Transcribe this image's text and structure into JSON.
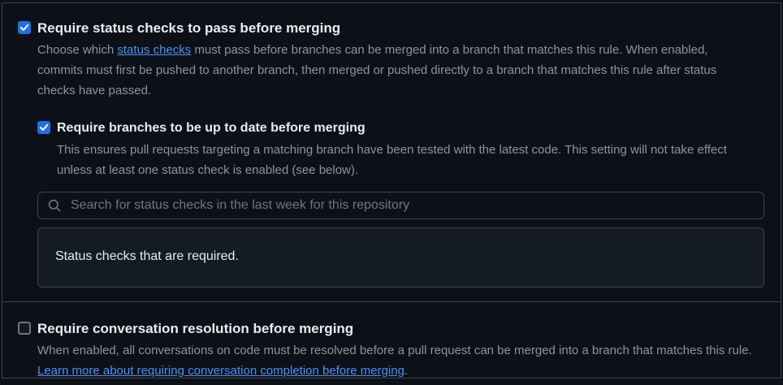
{
  "theme": {
    "background": "#0d1117",
    "panel_border": "#3d444d",
    "heading_color": "#e6edf3",
    "muted_text_color": "#8b949e",
    "link_color": "#4493f8",
    "checkbox_checked_color": "#1f6feb",
    "checkbox_unchecked_border": "#6e7681",
    "status_box_background": "#151b23"
  },
  "icons": {
    "search": "magnifier",
    "checkmark": "check"
  },
  "sections": {
    "status_checks": {
      "checked": true,
      "title": "Require status checks to pass before merging",
      "desc_before_link": "Choose which ",
      "desc_link": "status checks",
      "desc_after_link": " must pass before branches can be merged into a branch that matches this rule. When enabled, commits must first be pushed to another branch, then merged or pushed directly to a branch that matches this rule after status checks have passed."
    },
    "up_to_date": {
      "checked": true,
      "title": "Require branches to be up to date before merging",
      "description": "This ensures pull requests targeting a matching branch have been tested with the latest code. This setting will not take effect unless at least one status check is enabled (see below)."
    },
    "search": {
      "placeholder": "Search for status checks in the last week for this repository",
      "value": ""
    },
    "required_checks_box": {
      "text": "Status checks that are required."
    },
    "conversation_resolution": {
      "checked": false,
      "title": "Require conversation resolution before merging",
      "desc_text": "When enabled, all conversations on code must be resolved before a pull request can be merged into a branch that matches this rule. ",
      "desc_link": "Learn more about requiring conversation completion before merging",
      "desc_after_link": "."
    }
  }
}
